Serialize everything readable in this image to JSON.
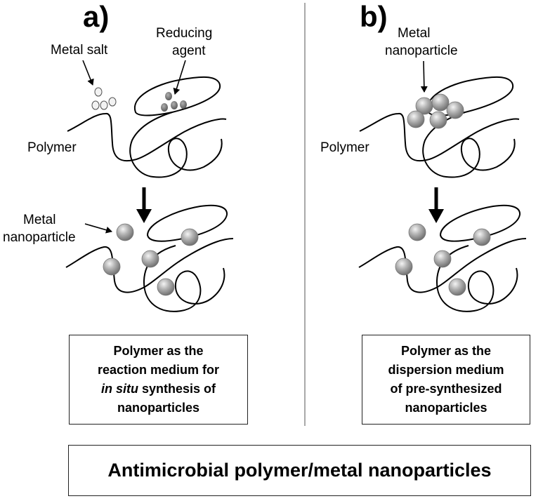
{
  "panel_a": {
    "letter": "a)",
    "metal_salt_label": "Metal salt",
    "reducing_agent_label_1": "Reducing",
    "reducing_agent_label_2": "agent",
    "polymer_label": "Polymer",
    "nanoparticle_label_1": "Metal",
    "nanoparticle_label_2": "nanoparticle",
    "caption": {
      "line1": "Polymer as the",
      "line2": "reaction medium for",
      "line3_italic": "in situ",
      "line3_rest": " synthesis of",
      "line4": "nanoparticles"
    }
  },
  "panel_b": {
    "letter": "b)",
    "nanoparticle_label_1": "Metal",
    "nanoparticle_label_2": "nanoparticle",
    "polymer_label": "Polymer",
    "caption": {
      "line1": "Polymer as the",
      "line2": "dispersion medium",
      "line3": "of pre-synthesized",
      "line4": "nanoparticles"
    }
  },
  "footer": {
    "title": "Antimicrobial polymer/metal nanoparticles"
  },
  "colors": {
    "nanoparticle": "#9a9a9a",
    "reducing_agent_dot": "#7a7a7a",
    "metal_salt_dot": "#f2f2f2",
    "divider": "#a9a9a9"
  }
}
